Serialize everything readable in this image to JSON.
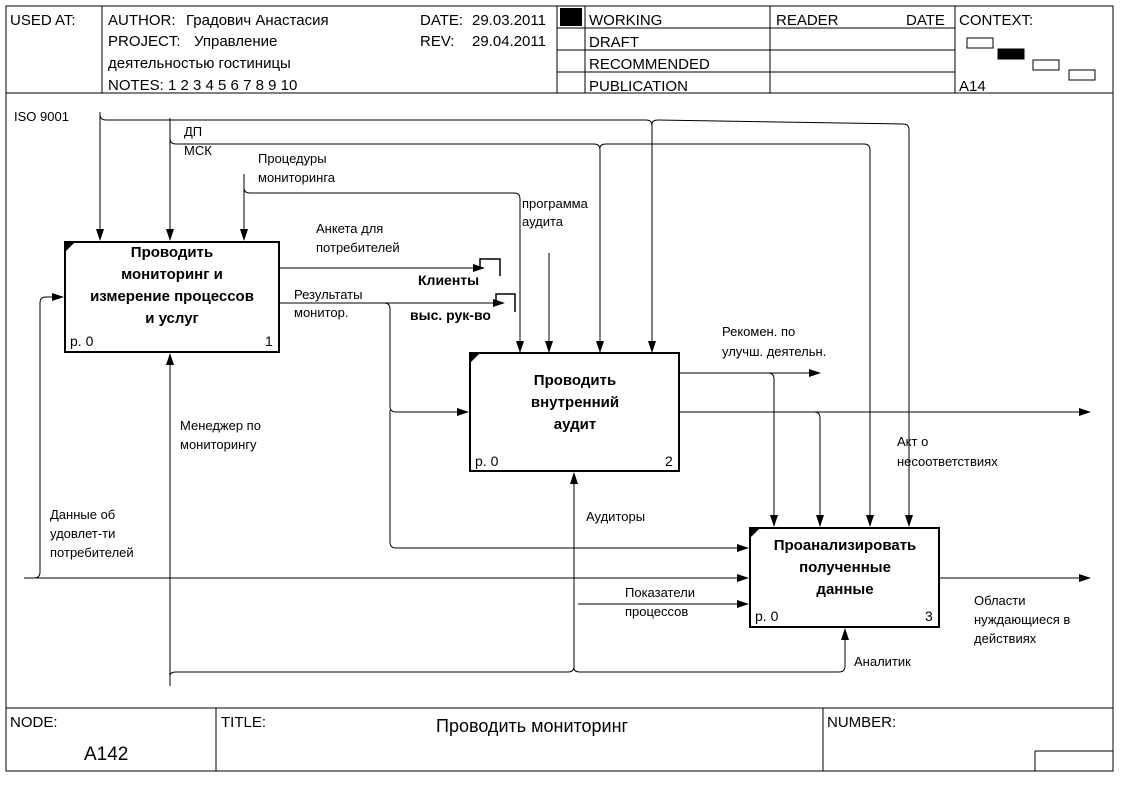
{
  "header": {
    "used_at": "USED AT:",
    "author_label": "AUTHOR:",
    "author": "Градович Анастасия",
    "project_label": "PROJECT:",
    "project_line1": "Управление",
    "project_line2": "деятельностью гостиницы",
    "notes": "NOTES:  1  2  3  4  5  6  7  8  9  10",
    "date_label": "DATE:",
    "date": "29.03.2011",
    "rev_label": "REV:",
    "rev": "29.04.2011",
    "status": [
      "WORKING",
      "DRAFT",
      "RECOMMENDED",
      "PUBLICATION"
    ],
    "reader": "READER",
    "reader_date": "DATE",
    "context": "CONTEXT:",
    "context_node": "A14"
  },
  "boxes": [
    {
      "title": [
        "Проводить",
        "мониторинг и",
        "измерение процессов",
        "и услуг"
      ],
      "ref": "p. 0",
      "num": "1"
    },
    {
      "title": [
        "Проводить",
        "внутренний",
        "аудит"
      ],
      "ref": "p. 0",
      "num": "2"
    },
    {
      "title": [
        "Проанализировать",
        "полученные",
        "данные"
      ],
      "ref": "p. 0",
      "num": "3"
    }
  ],
  "arrows": {
    "iso": "ISO 9001",
    "dp": "ДП",
    "msk": "МСК",
    "procedures": [
      "Процедуры",
      "мониторинга"
    ],
    "program": [
      "программа",
      "аудита"
    ],
    "questionnaire": [
      "Анкета для",
      "потребителей"
    ],
    "results": [
      "Результаты",
      "монитор."
    ],
    "clients": "Клиенты",
    "management": "выс. рук-во",
    "recommendations": [
      "Рекомен. по",
      "улучш. деятельн."
    ],
    "act": [
      "Акт о",
      "несоответствиях"
    ],
    "manager": [
      "Менеджер по",
      "мониторингу"
    ],
    "satisfaction": [
      "Данные об",
      "удовлет-ти",
      "потребителей"
    ],
    "auditors": "Аудиторы",
    "indicators": [
      "Показатели",
      "процессов"
    ],
    "areas": [
      "Области",
      "нуждающиеся в",
      "действиях"
    ],
    "analyst": "Аналитик"
  },
  "footer": {
    "node_label": "NODE:",
    "node": "A142",
    "title_label": "TITLE:",
    "title": "Проводить мониторинг",
    "number_label": "NUMBER:"
  }
}
